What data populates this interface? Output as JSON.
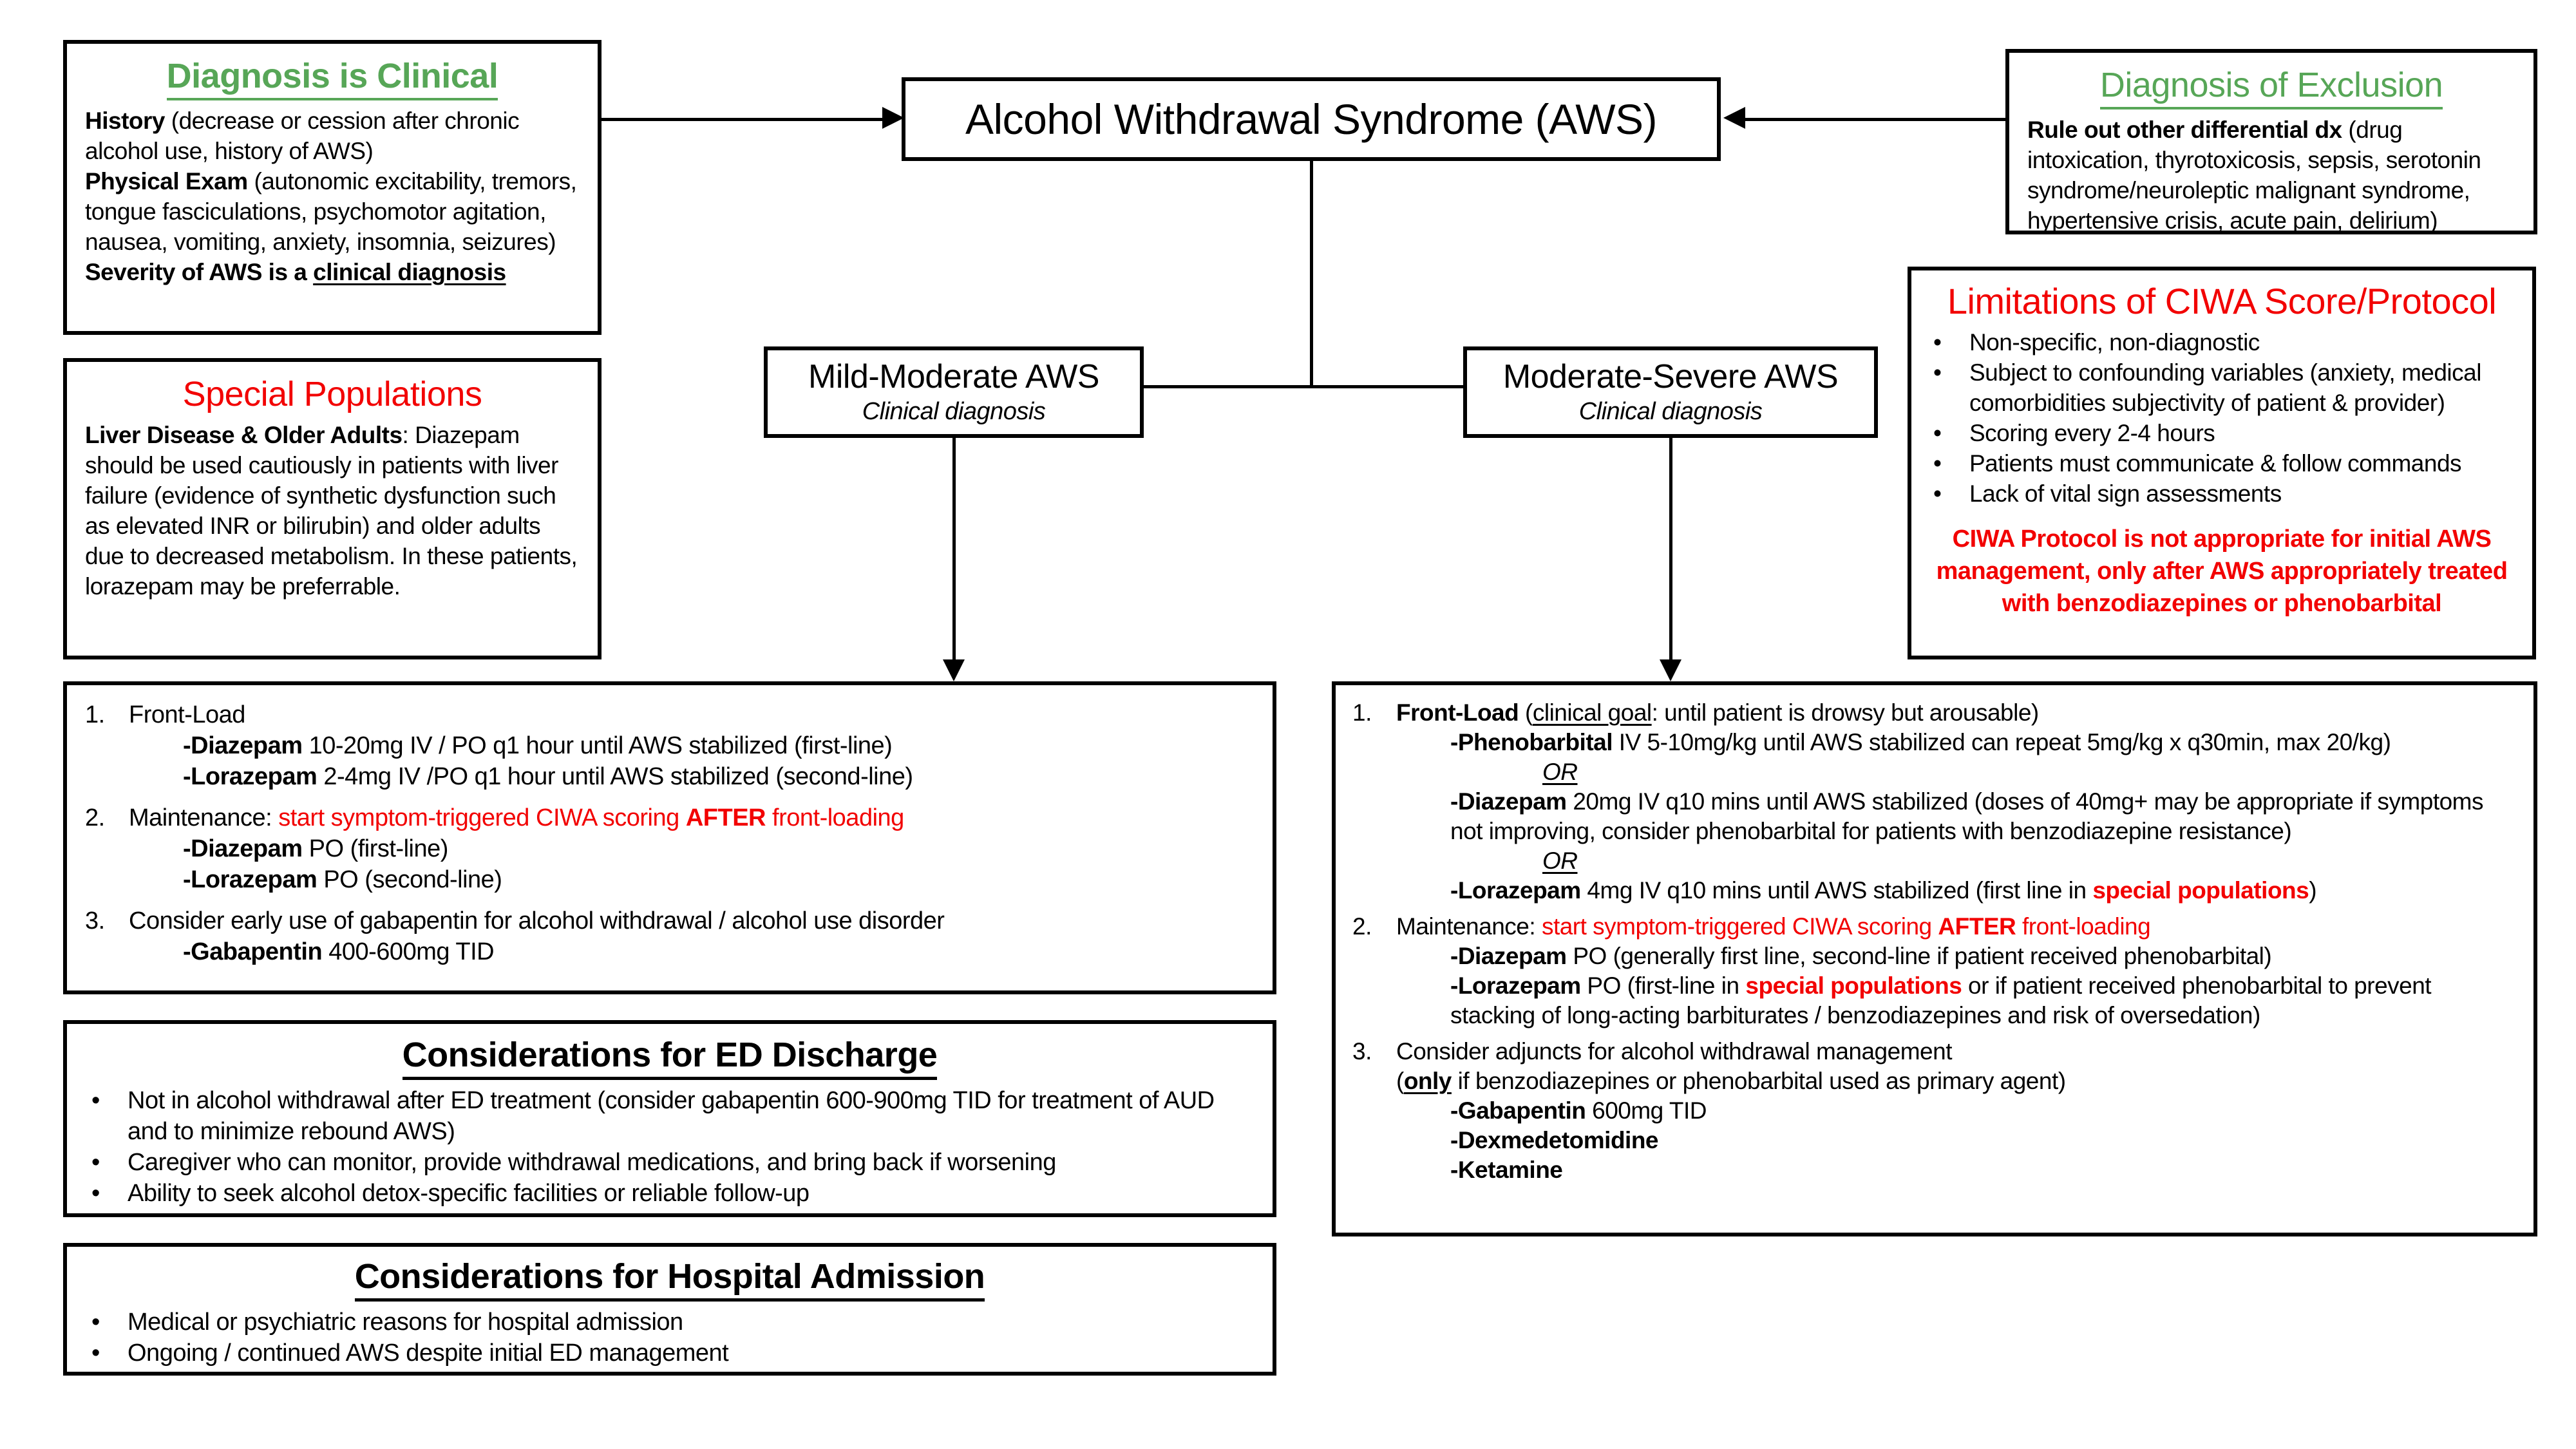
{
  "colors": {
    "green": "#57a657",
    "red": "#f20000",
    "black": "#000000",
    "background": "#ffffff"
  },
  "glyphs": {
    "bullet": "•"
  },
  "title_box": {
    "title": "Alcohol Withdrawal Syndrome (AWS)"
  },
  "diagnosis_clinical": {
    "heading": "Diagnosis is Clinical",
    "p1": [
      {
        "t": "History ",
        "c": "b"
      },
      {
        "t": "(decrease or cession after chronic alcohol use, history of AWS)"
      }
    ],
    "p2": [
      {
        "t": "Physical Exam ",
        "c": "b"
      },
      {
        "t": "(autonomic excitability, tremors, tongue fasciculations, psychomotor agitation, nausea, vomiting, anxiety, insomnia, seizures)"
      }
    ],
    "p3": [
      {
        "t": "Severity of AWS is a ",
        "c": "b"
      },
      {
        "t": "clinical diagnosis",
        "c": "b u"
      }
    ]
  },
  "diagnosis_exclusion": {
    "heading": "Diagnosis of Exclusion",
    "p1": [
      {
        "t": "Rule out other differential dx ",
        "c": "b"
      },
      {
        "t": "(drug intoxication, thyrotoxicosis, sepsis, serotonin syndrome/neuroleptic malignant syndrome, hypertensive crisis, acute pain, delirium)"
      }
    ]
  },
  "special_populations": {
    "heading": "Special Populations",
    "p1": [
      {
        "t": "Liver Disease & Older Adults",
        "c": "b"
      },
      {
        "t": ": Diazepam should be used cautiously in patients with liver failure (evidence of synthetic dysfunction such as elevated INR or bilirubin) and older adults due to decreased metabolism. In these patients, lorazepam may be preferrable."
      }
    ]
  },
  "ciwa_limitations": {
    "heading": "Limitations of CIWA Score/Protocol",
    "bullets": [
      "Non-specific, non-diagnostic",
      "Subject to confounding variables (anxiety, medical comorbidities  subjectivity of patient & provider)",
      "Scoring every 2-4 hours",
      "Patients must communicate & follow commands",
      "Lack of vital sign assessments"
    ],
    "warning": "CIWA Protocol is not appropriate for initial AWS management, only after AWS appropriately treated with benzodiazepines or phenobarbital"
  },
  "mild_moderate": {
    "title": "Mild-Moderate AWS",
    "subtitle": "Clinical diagnosis"
  },
  "moderate_severe": {
    "title": "Moderate-Severe AWS",
    "subtitle": "Clinical diagnosis"
  },
  "left_treatment": {
    "items": [
      {
        "n": "1.",
        "head": [
          {
            "t": "Front-Load"
          }
        ],
        "subs": [
          [
            {
              "t": "-Diazepam",
              "c": "b"
            },
            {
              "t": " 10-20mg IV / PO q1 hour until AWS stabilized (first-line)"
            }
          ],
          [
            {
              "t": "-Lorazepam",
              "c": "b"
            },
            {
              "t": " 2-4mg IV /PO q1 hour until AWS stabilized (second-line)"
            }
          ]
        ]
      },
      {
        "n": "2.",
        "head": [
          {
            "t": "Maintenance: "
          },
          {
            "t": "start symptom-triggered CIWA scoring ",
            "c": "red"
          },
          {
            "t": "AFTER",
            "c": "red b"
          },
          {
            "t": " front-loading",
            "c": "red"
          }
        ],
        "subs": [
          [
            {
              "t": "-Diazepam",
              "c": "b"
            },
            {
              "t": " PO (first-line)"
            }
          ],
          [
            {
              "t": "-Lorazepam",
              "c": "b"
            },
            {
              "t": " PO (second-line)"
            }
          ]
        ]
      },
      {
        "n": "3.",
        "head": [
          {
            "t": "Consider early use of gabapentin for alcohol withdrawal / alcohol use disorder"
          }
        ],
        "subs": [
          [
            {
              "t": "-Gabapentin",
              "c": "b"
            },
            {
              "t": " 400-600mg TID"
            }
          ]
        ]
      }
    ]
  },
  "right_treatment": {
    "items": [
      {
        "n": "1.",
        "head": [
          {
            "t": "Front-Load ",
            "c": "b"
          },
          {
            "t": "("
          },
          {
            "t": "clinical goal",
            "c": "u"
          },
          {
            "t": ": until patient is drowsy but arousable)"
          }
        ],
        "sub_phenobarbital": [
          {
            "t": "-Phenobarbital",
            "c": "b"
          },
          {
            "t": " IV 5-10mg/kg until AWS stabilized can repeat 5mg/kg x q30min, max 20/kg)"
          }
        ],
        "or1": [
          {
            "t": "OR",
            "c": "i u"
          }
        ],
        "sub_diazepam": [
          {
            "t": "-Diazepam",
            "c": "b"
          },
          {
            "t": " 20mg IV q10 mins until AWS stabilized (doses of 40mg+ may be appropriate if symptoms not improving, consider phenobarbital for patients with benzodiazepine resistance)"
          }
        ],
        "or2": [
          {
            "t": "OR",
            "c": "i u"
          }
        ],
        "sub_lorazepam": [
          {
            "t": "-Lorazepam",
            "c": "b"
          },
          {
            "t": " 4mg IV q10 mins until AWS stabilized (first line in "
          },
          {
            "t": "special populations",
            "c": "red b"
          },
          {
            "t": ")"
          }
        ]
      },
      {
        "n": "2.",
        "head": [
          {
            "t": "Maintenance: "
          },
          {
            "t": "start symptom-triggered CIWA scoring ",
            "c": "red"
          },
          {
            "t": "AFTER",
            "c": "red b"
          },
          {
            "t": " front-loading",
            "c": "red"
          }
        ],
        "sub_diazepam": [
          {
            "t": "-Diazepam",
            "c": "b"
          },
          {
            "t": " PO (generally first line, second-line if patient received phenobarbital)"
          }
        ],
        "sub_lorazepam": [
          {
            "t": "-Lorazepam",
            "c": "b"
          },
          {
            "t": " PO (first-line in "
          },
          {
            "t": "special populations",
            "c": "red b"
          },
          {
            "t": " or if patient received phenobarbital to prevent stacking of long-acting barbiturates / benzodiazepines and risk of oversedation)"
          }
        ]
      },
      {
        "n": "3.",
        "head": [
          {
            "t": "Consider adjuncts for alcohol withdrawal management"
          }
        ],
        "head2": [
          {
            "t": "("
          },
          {
            "t": "only",
            "c": "b u"
          },
          {
            "t": " if benzodiazepines or phenobarbital used as primary agent)"
          }
        ],
        "subs": [
          [
            {
              "t": "-Gabapentin",
              "c": "b"
            },
            {
              "t": " 600mg TID"
            }
          ],
          [
            {
              "t": "-Dexmedetomidine",
              "c": "b"
            }
          ],
          [
            {
              "t": "-Ketamine",
              "c": "b"
            }
          ]
        ]
      }
    ]
  },
  "ed_discharge": {
    "heading": "Considerations for ED Discharge",
    "bullets": [
      "Not in alcohol withdrawal after ED treatment (consider gabapentin 600-900mg TID for treatment of AUD and to minimize rebound AWS)",
      "Caregiver who can monitor, provide withdrawal medications, and bring back if worsening",
      "Ability to seek alcohol detox-specific facilities or reliable follow-up"
    ]
  },
  "hospital_admission": {
    "heading": "Considerations for Hospital Admission",
    "bullets": [
      "Medical or psychiatric reasons for hospital admission",
      "Ongoing / continued AWS despite initial ED management"
    ]
  }
}
